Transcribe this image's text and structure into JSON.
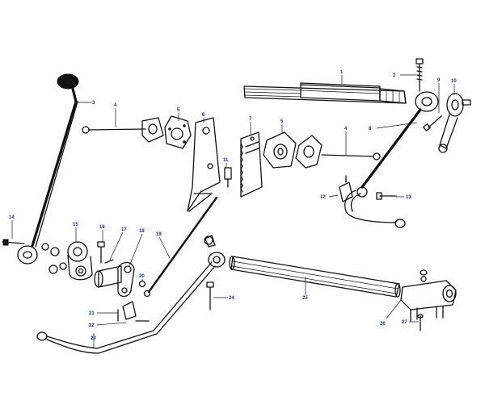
{
  "labels": [
    "1",
    "2",
    "3",
    "4",
    "4",
    "5",
    "5",
    "6",
    "7",
    "8",
    "9",
    "10",
    "11",
    "12",
    "13",
    "14",
    "15",
    "16",
    "17",
    "18",
    "19",
    "20",
    "21",
    "22",
    "23",
    "24",
    "25",
    "26",
    "27"
  ],
  "colors": {
    "ink": "#111111",
    "callout": "#1a2a8a",
    "background": "#ffffff"
  }
}
